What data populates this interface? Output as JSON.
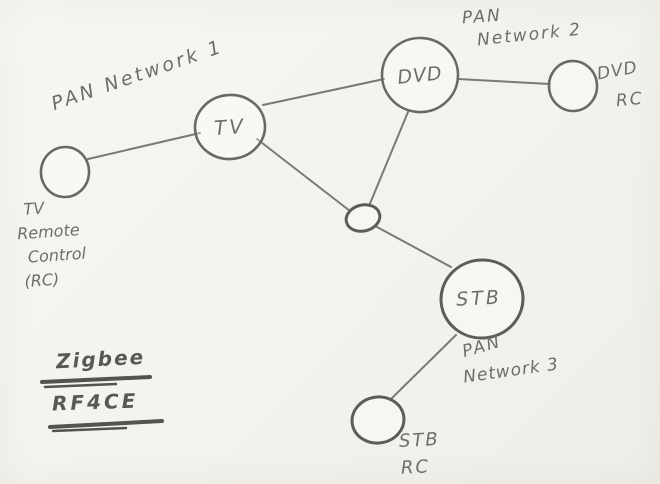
{
  "diagram_type": "hand-drawn network topology sketch",
  "colors": {
    "paper": "#f4f3ee",
    "pencil": "#6f6d68",
    "pencil_dark": "#55534e"
  },
  "networks": {
    "pan1": {
      "label": "PAN Network 1"
    },
    "pan2": {
      "line1": "PAN",
      "line2": "Network 2"
    },
    "pan3": {
      "line1": "PAN",
      "line2": "Network 3"
    }
  },
  "nodes": {
    "tv": {
      "label": "TV"
    },
    "dvd": {
      "label": "DVD"
    },
    "stb": {
      "label": "STB"
    },
    "relay": {
      "label": ""
    },
    "tv_rc": {
      "lines": [
        "TV",
        "Remote",
        "Control",
        "(RC)"
      ]
    },
    "dvd_rc": {
      "lines": [
        "DVD",
        "RC"
      ]
    },
    "stb_rc": {
      "lines": [
        "STB",
        "RC"
      ]
    }
  },
  "edges": [
    {
      "from": "tv_rc",
      "to": "tv"
    },
    {
      "from": "tv",
      "to": "dvd"
    },
    {
      "from": "tv",
      "to": "relay"
    },
    {
      "from": "dvd",
      "to": "relay"
    },
    {
      "from": "relay",
      "to": "stb"
    },
    {
      "from": "dvd",
      "to": "dvd_rc"
    },
    {
      "from": "stb",
      "to": "stb_rc"
    }
  ],
  "legend": {
    "line1": "Zigbee",
    "line2": "RF4CE"
  }
}
